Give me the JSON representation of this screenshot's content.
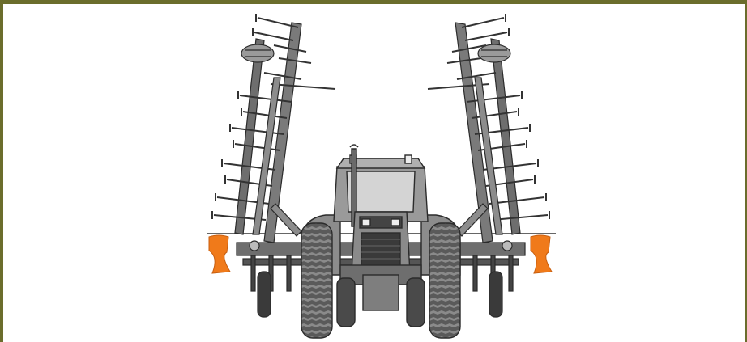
{
  "figure": {
    "subject": "tractor-with-folded-field-cultivator",
    "icons": [
      "tractor-icon",
      "cultivator-wing-left",
      "cultivator-wing-right",
      "orange-flag-left",
      "orange-flag-right"
    ]
  },
  "colors": {
    "frame_border": "#6b6d2c",
    "flag_orange": "#f07a1a",
    "tractor_body": "#8c8c8c",
    "tractor_dark": "#3a3a3a",
    "outline": "#2b2b2b",
    "wing_steel": "#7a7a7a",
    "ground_line": "#333333"
  }
}
